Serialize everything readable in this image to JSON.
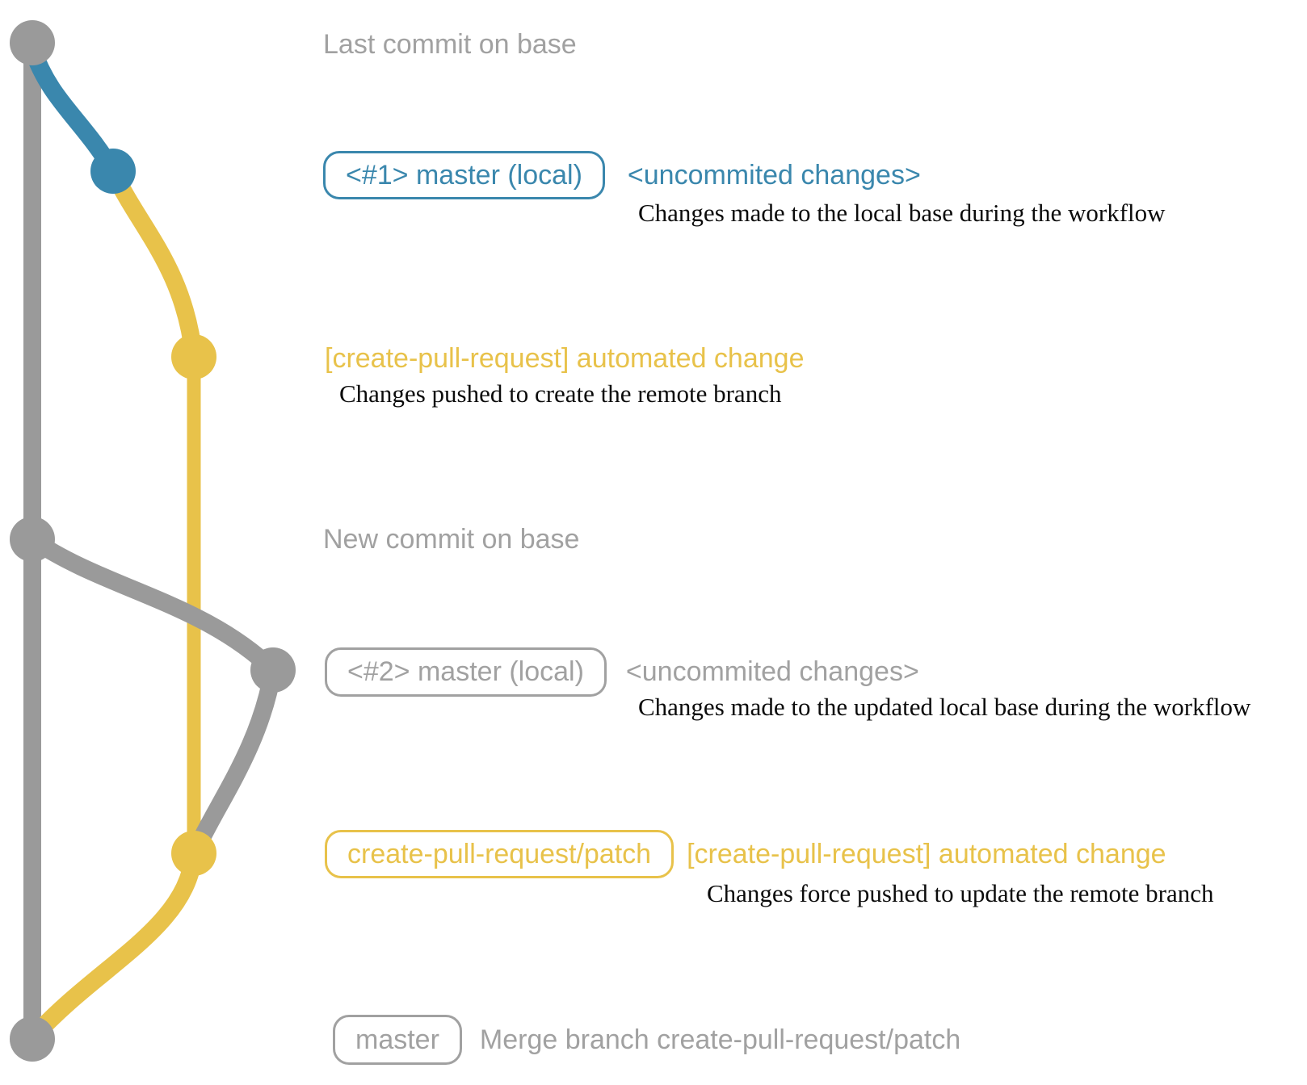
{
  "colors": {
    "blue": "#3a87ad",
    "yellow": "#e8c24a",
    "graph-gray": "#9a9a9a",
    "ui-gray": "#a1a1a1",
    "ink": "#0b0b0b",
    "bg": "#ffffff"
  },
  "rows": {
    "row1": {
      "label": "Last commit on base"
    },
    "row2": {
      "tag": "<#1> master (local)",
      "side": "<uncommited changes>",
      "caption": "Changes made to the local base during the workflow"
    },
    "row3": {
      "label": "[create-pull-request] automated change",
      "caption": "Changes pushed to create the remote branch"
    },
    "row4": {
      "label": "New commit on base"
    },
    "row5": {
      "tag": "<#2> master (local)",
      "side": "<uncommited changes>",
      "caption": "Changes made to the updated local base during the workflow"
    },
    "row6": {
      "tag": "create-pull-request/patch",
      "side": "[create-pull-request] automated change",
      "caption": "Changes force pushed to update the remote branch"
    },
    "row7": {
      "tag": "master",
      "side": "Merge branch create-pull-request/patch"
    }
  }
}
